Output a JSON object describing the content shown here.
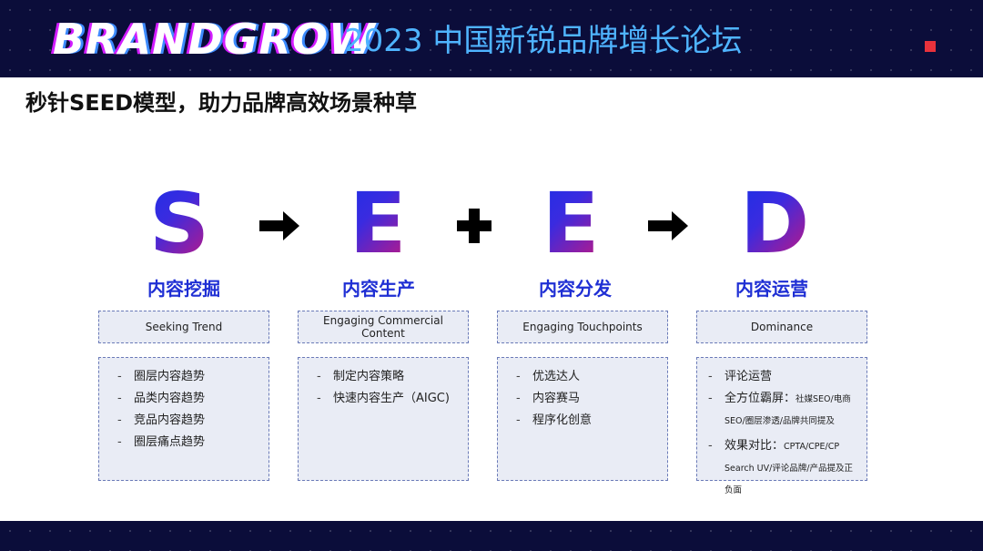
{
  "header": {
    "logo_text": "BRANDGROW",
    "event_title": "2023 中国新锐品牌增长论坛"
  },
  "page_title": "秒针SEED模型，助力品牌高效场景种草",
  "colors": {
    "header_bg": "#0b0d3a",
    "accent_blue": "#1f2fd4",
    "title_blue": "#4fb4ff",
    "box_bg": "#e9ecf5",
    "red_mark": "#e8323c"
  },
  "operators": [
    "arrow-right",
    "plus",
    "arrow-right"
  ],
  "stages": [
    {
      "letter": "S",
      "title": "内容挖掘",
      "en": "Seeking Trend",
      "items": [
        {
          "main": "圈层内容趋势",
          "small": ""
        },
        {
          "main": "品类内容趋势",
          "small": ""
        },
        {
          "main": "竞品内容趋势",
          "small": ""
        },
        {
          "main": "圈层痛点趋势",
          "small": ""
        }
      ]
    },
    {
      "letter": "E",
      "title": "内容生产",
      "en": "Engaging Commercial Content",
      "items": [
        {
          "main": "制定内容策略",
          "small": ""
        },
        {
          "main": "快速内容生产（AIGC)",
          "small": ""
        }
      ]
    },
    {
      "letter": "E",
      "title": "内容分发",
      "en": "Engaging Touchpoints",
      "items": [
        {
          "main": "优选达人",
          "small": ""
        },
        {
          "main": "内容赛马",
          "small": ""
        },
        {
          "main": "程序化创意",
          "small": ""
        }
      ]
    },
    {
      "letter": "D",
      "title": "内容运营",
      "en": "Dominance",
      "items": [
        {
          "main": "评论运营",
          "small": ""
        },
        {
          "main": "全方位霸屏：",
          "small": "社媒SEO/电商SEO/圈层渗透/品牌共同提及"
        },
        {
          "main": "效果对比：",
          "small": "CPTA/CPE/CP Search UV/评论品牌/产品提及正负面"
        }
      ]
    }
  ]
}
